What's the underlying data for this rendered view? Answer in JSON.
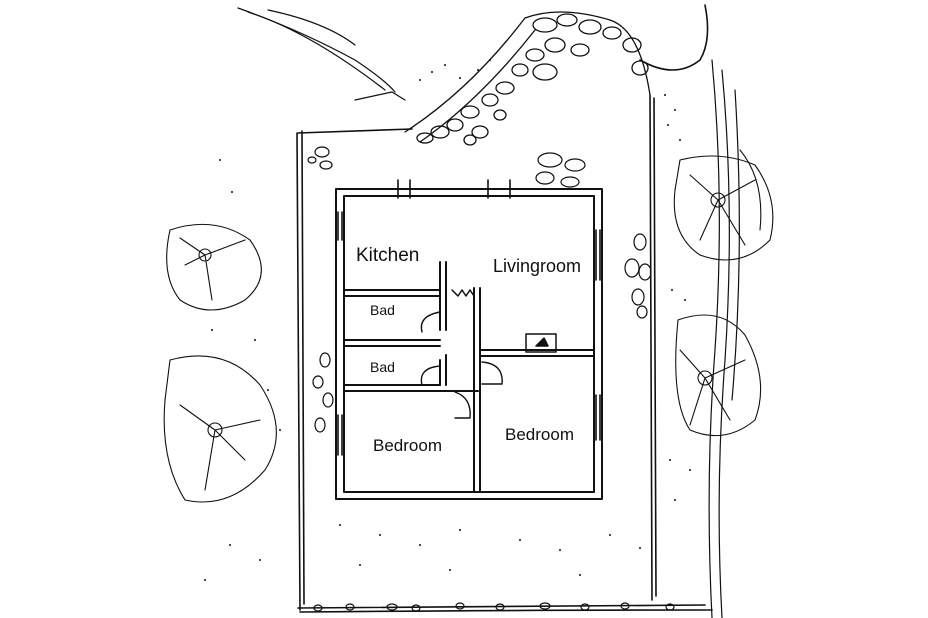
{
  "rooms": {
    "kitchen": "Kitchen",
    "livingroom": "Livingroom",
    "bath_upper": "Bad",
    "bath_lower": "Bad",
    "bedroom_left": "Bedroom",
    "bedroom_right": "Bedroom"
  },
  "colors": {
    "ink": "#111111",
    "paper": "#ffffff"
  }
}
